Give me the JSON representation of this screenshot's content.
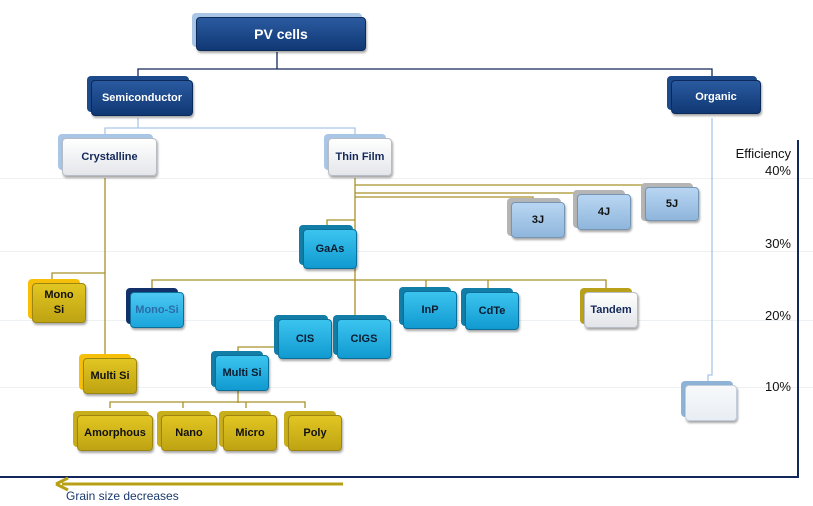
{
  "diagram": {
    "title": "PV cells",
    "nodes": {
      "root": "PV cells",
      "semiconductor": "Semiconductor",
      "organic": "Organic",
      "crystalline": "Crystalline",
      "thin_film": "Thin Film",
      "j3": "3J",
      "j4": "4J",
      "j5": "5J",
      "gaas": "GaAs",
      "mono_si_crystalline": "Mono\nSi",
      "mono_si_thin": "Mono-Si",
      "inp": "InP",
      "cdte": "CdTe",
      "tandem": "Tandem",
      "cis": "CIS",
      "cigs": "CIGS",
      "multi_si_crystalline": "Multi Si",
      "multi_si_thin": "Multi Si",
      "amorphous": "Amorphous",
      "nano": "Nano",
      "micro": "Micro",
      "poly": "Poly",
      "organic_child": ""
    },
    "efficiency_axis": {
      "label": "Efficiency",
      "ticks": [
        "40%",
        "30%",
        "20%",
        "10%"
      ]
    },
    "grain_arrow_label": "Grain size decreases",
    "colors": {
      "navy": "#103874",
      "cyan": "#1aa6dc",
      "gold": "#c9ae1c",
      "sky": "#9fc2e6",
      "connector_gold": "#a8922a",
      "connector_navy": "#13285a",
      "connector_light": "#a9c6e6"
    }
  }
}
